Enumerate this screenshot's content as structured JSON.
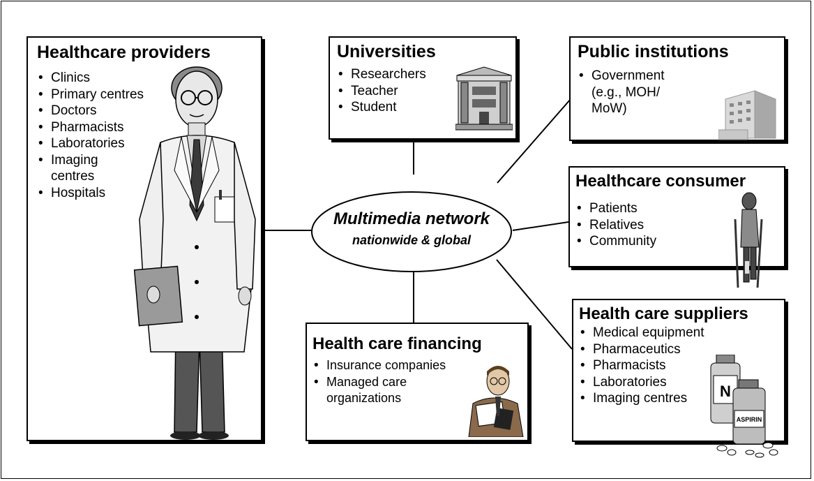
{
  "hub": {
    "title": "Multimedia network",
    "subtitle": "nationwide & global"
  },
  "providers": {
    "title": "Healthcare providers",
    "items": [
      "Clinics",
      "Primary centres",
      "Doctors",
      "Pharmacists",
      "Laboratories",
      "Imaging centres",
      "Hospitals"
    ]
  },
  "universities": {
    "title": "Universities",
    "items": [
      "Researchers",
      "Teacher",
      "Student"
    ]
  },
  "public": {
    "title": "Public institutions",
    "item_line1": "Government",
    "item_line2": "(e.g., MOH/",
    "item_line3": "MoW)"
  },
  "consumer": {
    "title": "Healthcare consumer",
    "items": [
      "Patients",
      "Relatives",
      "Community"
    ]
  },
  "suppliers": {
    "title": "Health care suppliers",
    "items": [
      "Medical equipment",
      "Pharmaceutics",
      "Pharmacists",
      "Laboratories",
      "Imaging centres"
    ],
    "bottle_label": "ASPIRIN",
    "jar_label": "N"
  },
  "financing": {
    "title": "Health care financing",
    "item1": "Insurance companies",
    "item2_line1": "Managed care",
    "item2_line2": "organizations"
  }
}
